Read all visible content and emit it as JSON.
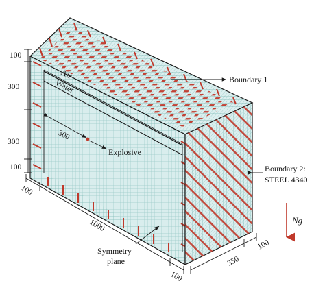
{
  "labels": {
    "boundary1": "Boundary 1",
    "boundary2_line1": "Boundary 2:",
    "boundary2_line2": "STEEL 4340",
    "air": "Air",
    "water": "Water",
    "explosive": "Explosive",
    "symmetry_line1": "Symmetry",
    "symmetry_line2": "plane",
    "gravity": "Ng"
  },
  "dimensions": {
    "left_top": "100",
    "left_upper": "300",
    "left_lower": "300",
    "left_bottom": "100",
    "bottom_corner": "100",
    "bottom_length": "1000",
    "bottom_end": "100",
    "depth": "350",
    "depth_end": "100",
    "charge_offset": "300"
  },
  "colors": {
    "mesh": "#79b8b4",
    "water_fill": "#d8eeee",
    "steel": "#c0392b",
    "gravity_arrow": "#c0392b",
    "outline": "#1a1a1a"
  }
}
